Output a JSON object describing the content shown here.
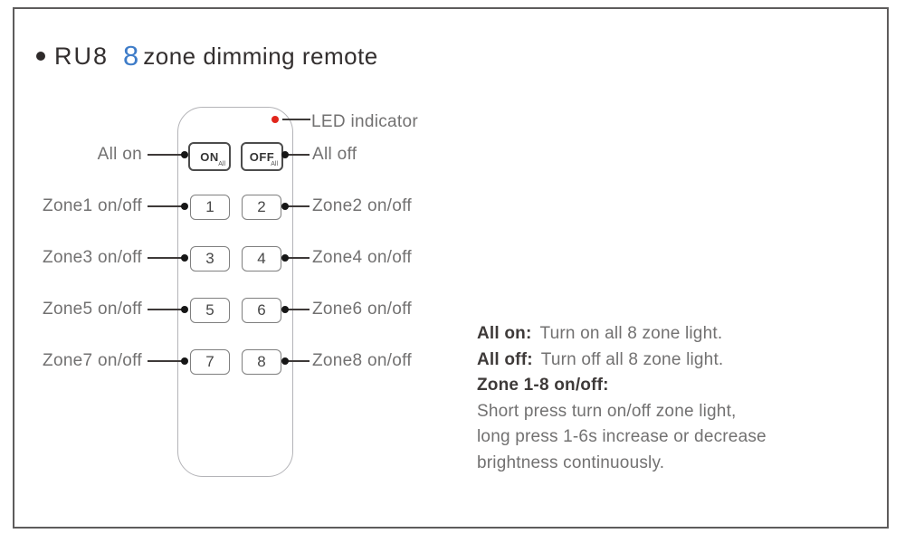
{
  "title": {
    "product": "RU8",
    "zone_number": "8",
    "suffix": "zone dimming remote",
    "accent_color": "#3e7cc8"
  },
  "remote": {
    "led_color": "#e1251b",
    "buttons": {
      "on": {
        "label": "ON",
        "sub": "All"
      },
      "off": {
        "label": "OFF",
        "sub": "All"
      },
      "numbers": [
        "1",
        "2",
        "3",
        "4",
        "5",
        "6",
        "7",
        "8"
      ]
    }
  },
  "callouts": {
    "led": "LED indicator",
    "left": [
      "All on",
      "Zone1 on/off",
      "Zone3 on/off",
      "Zone5 on/off",
      "Zone7 on/off"
    ],
    "right": [
      "All off",
      "Zone2 on/off",
      "Zone4 on/off",
      "Zone6 on/off",
      "Zone8 on/off"
    ]
  },
  "description": [
    {
      "bold": "All on:",
      "text": "Turn on all 8 zone light."
    },
    {
      "bold": "All off:",
      "text": "Turn off all 8 zone light."
    },
    {
      "bold": "Zone 1-8 on/off:",
      "text": ""
    },
    {
      "bold": "",
      "text": "Short press turn on/off zone light,"
    },
    {
      "bold": "",
      "text": "long press 1-6s increase or decrease"
    },
    {
      "bold": "",
      "text": "brightness continuously."
    }
  ]
}
